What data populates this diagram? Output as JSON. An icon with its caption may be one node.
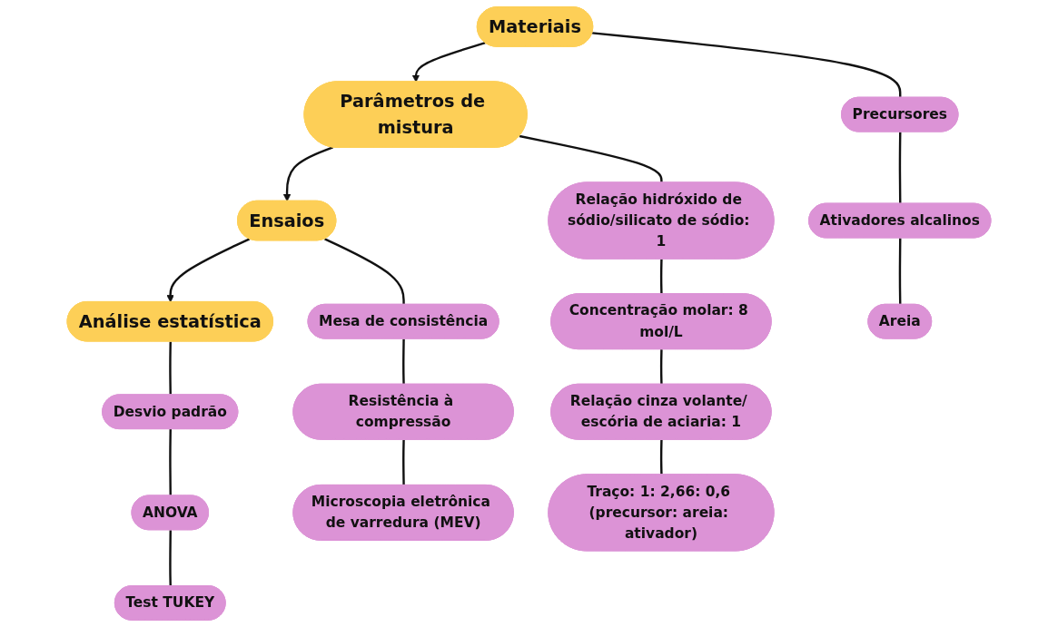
{
  "diagram": {
    "nodes": [
      {
        "text": [
          "Materiais"
        ]
      },
      {
        "text": [
          "Parâmetros de mistura"
        ]
      },
      {
        "text": [
          "Ensaios"
        ]
      },
      {
        "text": [
          "Análise estatística"
        ]
      },
      {
        "text": [
          "Precursores"
        ]
      },
      {
        "text": [
          "Ativadores alcalinos"
        ]
      },
      {
        "text": [
          "Areia"
        ]
      },
      {
        "text": [
          "Relação hidróxido de sódio/silicato de sódio: 1"
        ]
      },
      {
        "text": [
          "Concentração molar: 8 mol/L"
        ]
      },
      {
        "text": [
          "Relação cinza volante/ escória de aciaria: 1"
        ]
      },
      {
        "text": [
          "Traço: 1: 2,66: 0,6 (precursor: areia: ativador)"
        ]
      },
      {
        "text": [
          "Mesa de consistência"
        ]
      },
      {
        "text": [
          "Resistência à compressão"
        ]
      },
      {
        "text": [
          "Microscopia eletrônica de varredura (MEV)"
        ]
      },
      {
        "text": [
          "Desvio padrão"
        ]
      },
      {
        "text": [
          "ANOVA"
        ]
      },
      {
        "text": [
          "Test TUKEY"
        ]
      }
    ],
    "edges": [
      {
        "from": 0,
        "to": 1,
        "arrow": "to"
      },
      {
        "from": 1,
        "to": 2,
        "arrow": "to"
      },
      {
        "from": 2,
        "to": 3,
        "arrow": "to"
      },
      {
        "from": 0,
        "to": 4,
        "arrow": "none"
      },
      {
        "from": 4,
        "to": 5,
        "arrow": "none"
      },
      {
        "from": 5,
        "to": 6,
        "arrow": "none"
      },
      {
        "from": 1,
        "to": 7,
        "arrow": "none"
      },
      {
        "from": 7,
        "to": 8,
        "arrow": "none"
      },
      {
        "from": 8,
        "to": 9,
        "arrow": "none"
      },
      {
        "from": 9,
        "to": 10,
        "arrow": "none"
      },
      {
        "from": 2,
        "to": 11,
        "arrow": "none"
      },
      {
        "from": 11,
        "to": 12,
        "arrow": "none"
      },
      {
        "from": 12,
        "to": 13,
        "arrow": "none"
      },
      {
        "from": 3,
        "to": 14,
        "arrow": "none"
      },
      {
        "from": 14,
        "to": 15,
        "arrow": "none"
      },
      {
        "from": 15,
        "to": 16,
        "arrow": "none"
      }
    ]
  }
}
